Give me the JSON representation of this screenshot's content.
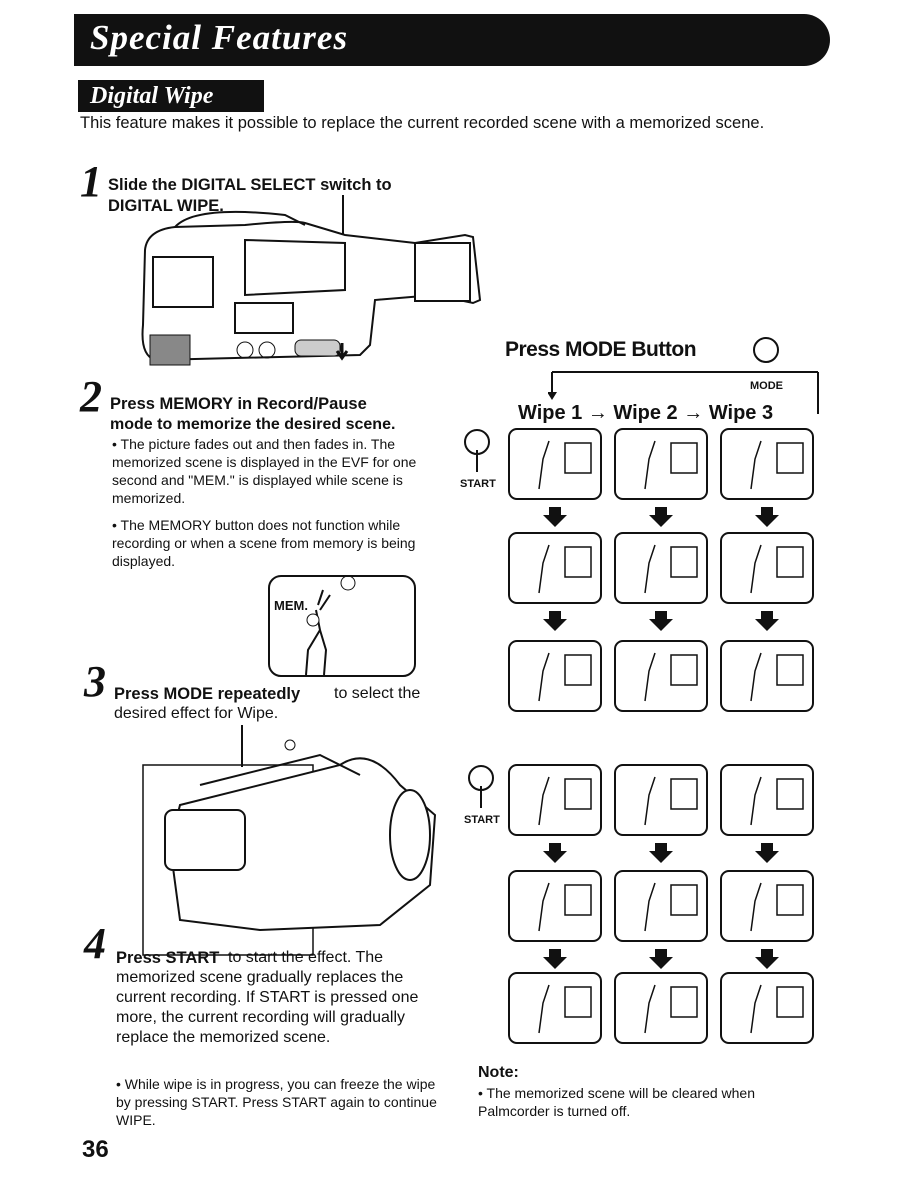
{
  "header": {
    "title": "Special Features"
  },
  "section": {
    "title": "Digital Wipe"
  },
  "intro": "This feature makes it possible to replace the current recorded scene with a memorized scene.",
  "steps": [
    {
      "number": "1",
      "heading": "Slide the DIGITAL SELECT switch to DIGITAL WIPE."
    },
    {
      "number": "2",
      "heading": "Press MEMORY in Record/Pause",
      "text": "mode to memorize the desired scene.",
      "bullets": [
        "The picture fades out and then fades in. The memorized scene is displayed in the EVF for one second and \"MEM.\" is displayed while scene is memorized.",
        "The MEMORY button does not function while recording or when a scene from memory is being displayed."
      ]
    },
    {
      "number": "3",
      "heading": "Press MODE repeatedly",
      "text": "to select the desired effect for Wipe."
    },
    {
      "number": "4",
      "heading": "Press START",
      "text": "to start the effect. The memorized scene gradually replaces the current recording. If START is pressed one more, the current recording will gradually replace the memorized scene.",
      "bullets": [
        "While wipe is in progress, you can freeze the wipe by pressing START. Press START again to continue WIPE."
      ]
    }
  ],
  "mem_label": "MEM.",
  "diagram": {
    "press_mode": "Press MODE Button",
    "mode_label": "MODE",
    "wipe1": "Wipe 1",
    "wipe2": "Wipe 2",
    "wipe3": "Wipe 3",
    "arrow": "→",
    "start_label": "START"
  },
  "note": {
    "title": "Note:",
    "text": "The memorized scene will be cleared when Palmcorder is turned off."
  },
  "page_number": "36"
}
